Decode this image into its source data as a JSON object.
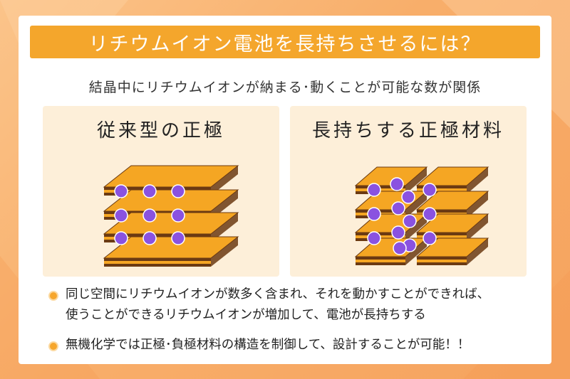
{
  "title": "リチウムイオン電池を長持ちさせるには？",
  "subtitle": "結晶中にリチウムイオンが納まる･動くことが可能な数が関係",
  "panels": {
    "left": {
      "title": "従来型の正極"
    },
    "right": {
      "title": "長持ちする正極材料"
    }
  },
  "bullets": [
    {
      "line1": "同じ空間にリチウムイオンが数多く含まれ、それを動かすことができれば、",
      "line2": "使うことができるリチウムイオンが増加して、電池が長持ちする"
    },
    {
      "line1": "無機化学では正極･負極材料の構造を制御して、設計することが可能！！"
    }
  ],
  "colors": {
    "background": "#f8ae6a",
    "accent": "#f4a62c",
    "panel": "#fdefd9",
    "layer": "#f5a623",
    "layer_edge": "#6b3a12",
    "ion": "#8a52e0"
  }
}
